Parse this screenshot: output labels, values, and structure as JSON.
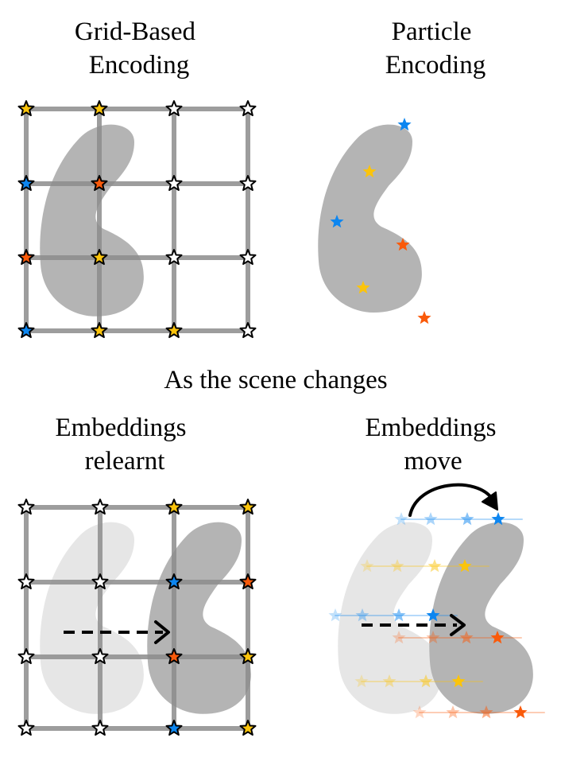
{
  "panels": {
    "grid_title_line1": "Grid-Based",
    "grid_title_line2": "Encoding",
    "particle_title_line1": "Particle",
    "particle_title_line2": "Encoding",
    "middle_caption": "As the scene changes",
    "relearnt_title_line1": "Embeddings",
    "relearnt_title_line2": "relearnt",
    "move_title_line1": "Embeddings",
    "move_title_line2": "move"
  },
  "colors": {
    "blue": "#0d86f0",
    "orange": "#fa5a0a",
    "yellow": "#fbc40c",
    "empty": "#ffffff",
    "grid_line": "#8c8c8c",
    "shape": "#b4b4b4",
    "shape_faded": "#e6e6e6",
    "arrow": "#000000"
  },
  "icons": {
    "star": "star-icon",
    "arrow": "dashed-arrow-icon",
    "curved_arrow": "curved-arrow-icon"
  },
  "grid_encoding": {
    "rows": [
      [
        "yellow",
        "yellow",
        "empty",
        "empty"
      ],
      [
        "blue",
        "orange",
        "empty",
        "empty"
      ],
      [
        "orange",
        "yellow",
        "empty",
        "empty"
      ],
      [
        "blue",
        "yellow",
        "yellow",
        "empty"
      ]
    ]
  },
  "particle_encoding": {
    "particles": [
      "blue",
      "yellow",
      "blue",
      "orange",
      "yellow",
      "orange"
    ]
  },
  "grid_relearnt": {
    "rows": [
      [
        "empty",
        "empty",
        "yellow",
        "yellow"
      ],
      [
        "empty",
        "empty",
        "blue",
        "orange"
      ],
      [
        "empty",
        "empty",
        "orange",
        "yellow"
      ],
      [
        "empty",
        "empty",
        "blue",
        "yellow"
      ]
    ]
  },
  "particles_move": {
    "particles": [
      "blue",
      "yellow",
      "blue",
      "orange",
      "yellow",
      "orange"
    ]
  }
}
